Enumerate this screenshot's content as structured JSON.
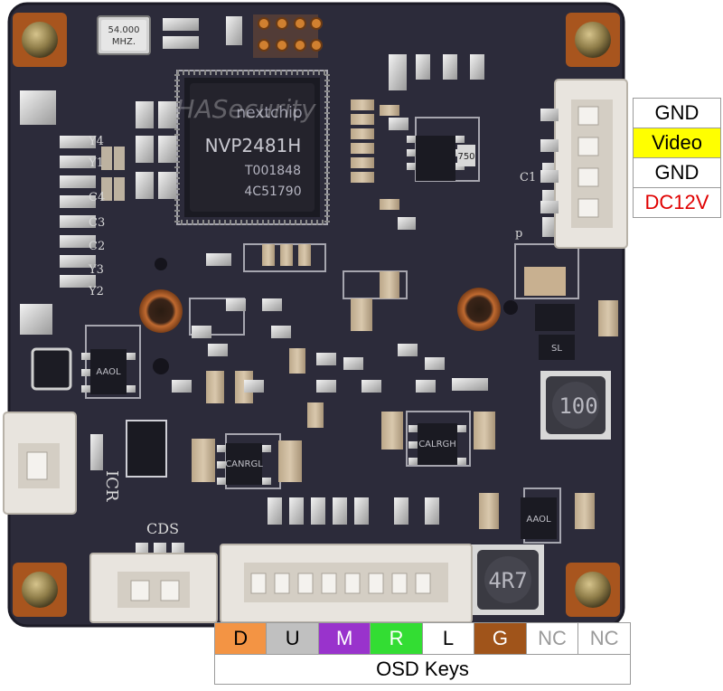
{
  "chips": {
    "main_brand": "nextchip",
    "main_model": "NVP2481H",
    "main_code1": "T001848",
    "main_code2": "4C51790",
    "crystal_line1": "54.000",
    "crystal_line2": "MHZ.",
    "watermark": "HASecurity",
    "inductor_1": "100",
    "inductor_2": "4R7",
    "small_1": "SL",
    "small_2": "AAOL",
    "small_3": "AAOL",
    "small_4": "CALRGH",
    "small_5": "CANRGL",
    "small_6": "750"
  },
  "silkscreen": {
    "cds": "CDS",
    "icr": "ICR",
    "y4": "Y4",
    "y1": "Y1",
    "c4": "C4",
    "c3": "C3",
    "c2": "C2",
    "y3": "Y3",
    "y2": "Y2",
    "c1": "C1",
    "p": "p"
  },
  "power_connector": {
    "pins": [
      {
        "label": "GND",
        "bg": "#ffffff",
        "color": "#000000"
      },
      {
        "label": "Video",
        "bg": "#ffff00",
        "color": "#000000"
      },
      {
        "label": "GND",
        "bg": "#ffffff",
        "color": "#000000"
      },
      {
        "label": "DC12V",
        "bg": "#ffffff",
        "color": "#e00000"
      }
    ]
  },
  "osd_keys": {
    "title": "OSD Keys",
    "keys": [
      {
        "label": "D",
        "bg": "#f39444",
        "color": "#000000"
      },
      {
        "label": "U",
        "bg": "#c0c0c0",
        "color": "#000000"
      },
      {
        "label": "M",
        "bg": "#9933cc",
        "color": "#ffffff"
      },
      {
        "label": "R",
        "bg": "#33dd33",
        "color": "#ffffff"
      },
      {
        "label": "L",
        "bg": "#ffffff",
        "color": "#000000"
      },
      {
        "label": "G",
        "bg": "#a0541a",
        "color": "#ffffff"
      },
      {
        "label": "NC",
        "bg": "#ffffff",
        "color": "#9a9a9a"
      },
      {
        "label": "NC",
        "bg": "#ffffff",
        "color": "#9a9a9a"
      }
    ]
  },
  "colors": {
    "pcb": "#2c2b3a",
    "silk": "#d8d8d8",
    "copper": "#b3612c",
    "connector": "#e8e4de"
  }
}
